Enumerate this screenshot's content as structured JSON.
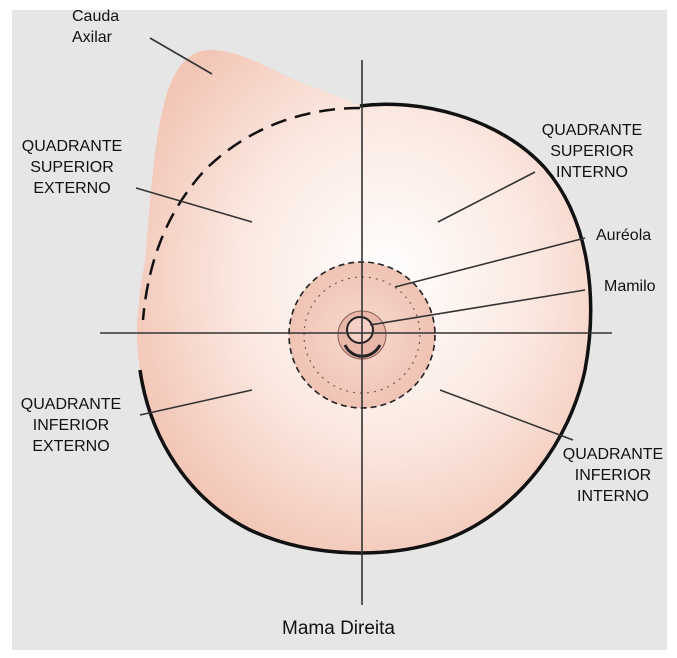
{
  "labels": {
    "cauda_axilar": [
      "Cauda",
      "Axilar"
    ],
    "superior_externo": [
      "QUADRANTE",
      "SUPERIOR",
      "EXTERNO"
    ],
    "superior_interno": [
      "QUADRANTE",
      "SUPERIOR",
      "INTERNO"
    ],
    "areola": "Auréola",
    "mamilo": "Mamilo",
    "inferior_externo": [
      "QUADRANTE",
      "INFERIOR",
      "EXTERNO"
    ],
    "inferior_interno": [
      "QUADRANTE",
      "INFERIOR",
      "INTERNO"
    ]
  },
  "caption": "Mama Direita",
  "colors": {
    "panel": "#e6e6e6",
    "skin_center": "#ffffff",
    "skin_edge": "#f2c5b5",
    "outline": "#111111",
    "areola": "#f4cfc3",
    "nipple": "#e7b0a3"
  }
}
